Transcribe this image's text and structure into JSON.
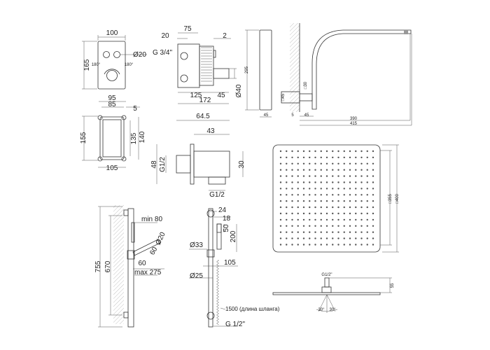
{
  "mixer_front": {
    "width": "100",
    "height": "165",
    "button_diameter": "Ø20",
    "angle_left": "180°",
    "angle_right": "180°"
  },
  "mixer_body": {
    "offset": "20",
    "depth": "75",
    "gap": "2",
    "thread": "G 3/4\"",
    "body_length": "125",
    "outlet_length": "45",
    "total_length": "172",
    "outlet_diameter": "Ø40"
  },
  "tile_profile": {
    "height": "295",
    "width": "45"
  },
  "shower_arm": {
    "flange_square": "□45",
    "arm_square": "□30",
    "wall_gap": "5",
    "flange_depth": "45",
    "reach": "390",
    "total_reach": "415"
  },
  "mounting_box": {
    "outer_width": "95",
    "inner_width": "85",
    "wall": "5",
    "height": "155",
    "inner_height": "135",
    "mid_height": "140",
    "bottom_width": "105"
  },
  "wall_outlet": {
    "length": "64.5",
    "block_length": "43",
    "flange_height": "48",
    "inlet_thread": "G1/2",
    "block_height": "30",
    "outlet_thread": "G1/2"
  },
  "rain_shower": {
    "inner_square": "□355",
    "outer_square": "□400",
    "thread": "G1/2\"",
    "height": "55",
    "angle_left": "30°",
    "angle_right": "30°"
  },
  "slide_bar_side": {
    "total_height": "755",
    "bracket_spacing": "670",
    "min_offset": "min 80",
    "handle_diameter": "Ø20",
    "handle_length": "60",
    "holder_offset": "60",
    "max_reach": "max 275"
  },
  "slide_bar_front": {
    "bracket_width": "24",
    "handshower_width": "18",
    "head_length": "50",
    "handshower_length": "200",
    "holder_diameter": "Ø33",
    "holder_offset": "105",
    "bar_diameter": "Ø25",
    "hose_length": "1500 (длина шланга)",
    "hose_thread": "G 1/2\""
  }
}
